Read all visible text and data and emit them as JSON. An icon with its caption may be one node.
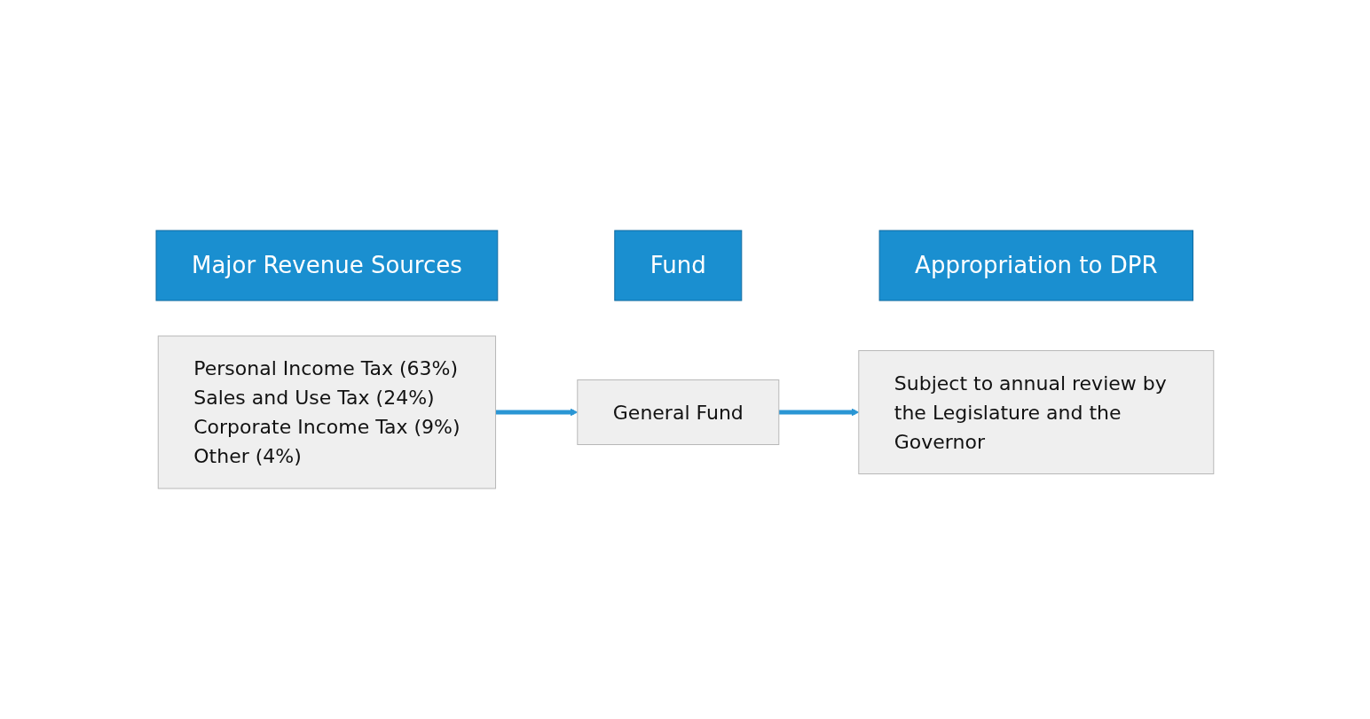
{
  "diagram": {
    "nodes": [
      {
        "text": [
          "Major Revenue Sources"
        ]
      },
      {
        "text": [
          "Personal Income Tax (63%)",
          "Sales and Use Tax (24%)",
          "Corporate Income Tax (9%)",
          "Other (4%)"
        ]
      },
      {
        "text": [
          "Fund"
        ]
      },
      {
        "text": [
          "General Fund"
        ]
      },
      {
        "text": [
          "Appropriation to DPR"
        ]
      },
      {
        "text": [
          "Subject to annual review by the Legislature and the Governor"
        ]
      }
    ],
    "edges": [
      {
        "from": 1,
        "to": 3,
        "arrow": "to"
      },
      {
        "from": 3,
        "to": 5,
        "arrow": "to"
      }
    ]
  }
}
